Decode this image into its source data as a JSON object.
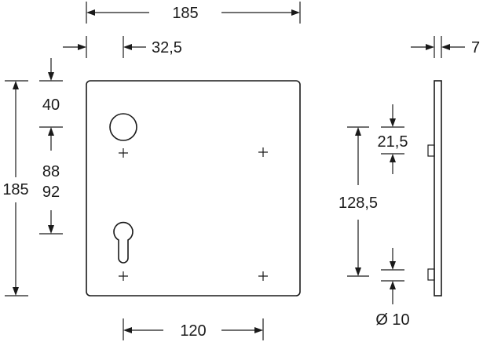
{
  "drawing": {
    "dims": {
      "overall_width": "185",
      "keyhole_offset": "32,5",
      "plate_thickness": "7",
      "top_offset": "40",
      "center_distance_a": "88",
      "center_distance_b": "92",
      "overall_height": "185",
      "hole_spacing_vertical": "128,5",
      "side_offset": "21,5",
      "hole_spacing_horizontal": "120",
      "hole_diameter": "Ø 10"
    }
  }
}
